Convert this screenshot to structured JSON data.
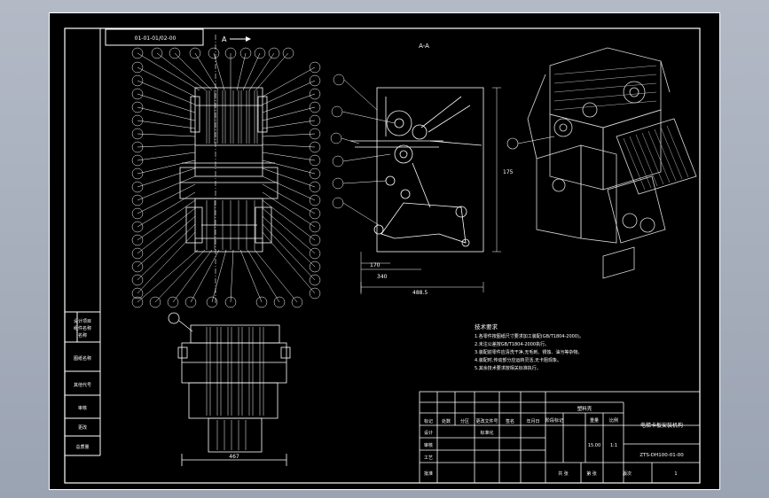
{
  "drawing": {
    "title_strip": "01-01-01/02-00",
    "section_mark": "A",
    "section_title": "A-A",
    "left_column": [
      "设计项目",
      "组件名称",
      "名称",
      "图纸名称",
      "其他代号",
      "审核",
      "更改",
      "总质量"
    ],
    "dimensions": {
      "front_height": "175",
      "front_partial_a": "170",
      "front_partial_b": "340",
      "front_width": "488.5",
      "bottom_view_width": "467"
    },
    "tech_requirements": {
      "title": "技术要求",
      "lines": [
        "1.各零件按图纸尺寸要求加工装配(GB/T1804-2000)。",
        "2.未注公差按GB/T1804-2000执行。",
        "3.装配前零件应清洗干净,无毛刺、锈蚀、油污等杂物。",
        "4.装配时,传动部分应运转灵活,无卡阻现象。",
        "5.其余技术要求按相关标准执行。"
      ]
    },
    "title_block": {
      "header_labels": [
        "标记",
        "处数",
        "分区",
        "更改文件号",
        "签名",
        "年月日"
      ],
      "row_labels": [
        "设计",
        "审核",
        "工艺",
        "批准"
      ],
      "standardize": "标准化",
      "stage_label": "阶段标记",
      "weight_label": "重量",
      "scale_label": "比例",
      "weight_value": "15.00",
      "scale_value": "1:1",
      "sheets_label": "共 张",
      "sheet_label": "第 张",
      "material": "塑料壳",
      "drawing_name": "电梯卡板安装机构",
      "drawing_code": "ZTS-DH100-01-00",
      "version_label": "版次",
      "version_value": "1"
    }
  }
}
